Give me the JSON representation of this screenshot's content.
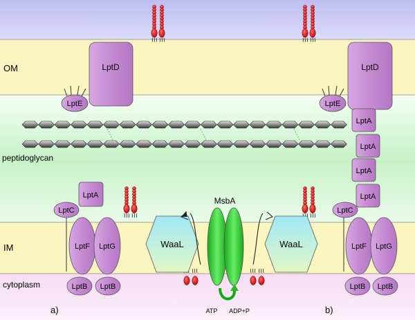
{
  "layers": {
    "om": "OM",
    "peptidoglycan": "peptidoglycan",
    "im": "IM",
    "cytoplasm": "cytoplasm"
  },
  "proteins": {
    "lptd": "LptD",
    "lpte": "LptE",
    "lpta": "LptA",
    "lptc": "LptC",
    "lptf": "LptF",
    "lptg": "LptG",
    "lptb": "LptB",
    "waal": "WaaL",
    "msba": "MsbA"
  },
  "energy": {
    "atp": "ATP",
    "adp": "ADP+P"
  },
  "panels": {
    "a": "a)",
    "b": "b)"
  },
  "colors": {
    "extracellular": "#c8c8f5",
    "outer_membrane": "#fbf6c0",
    "periplasm": "#cff5cf",
    "inner_membrane": "#fbf6c0",
    "cytoplasm": "#f2d2f0",
    "lpt_protein": "#c58ad2",
    "waal_protein": "#b8f0e8",
    "msba_protein": "#33cc33",
    "lps_head": "#cc1111"
  }
}
